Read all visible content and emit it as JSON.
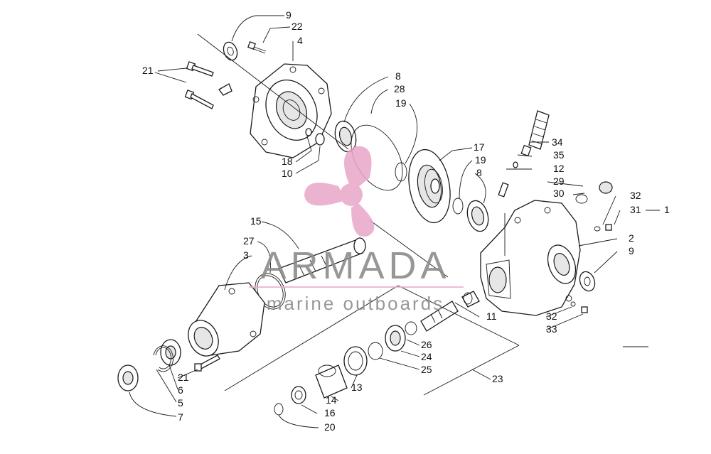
{
  "diagram": {
    "callouts": [
      {
        "id": "c9a",
        "text": "9"
      },
      {
        "id": "c22",
        "text": "22"
      },
      {
        "id": "c4",
        "text": "4"
      },
      {
        "id": "c21a",
        "text": "21"
      },
      {
        "id": "c8a",
        "text": "8"
      },
      {
        "id": "c28",
        "text": "28"
      },
      {
        "id": "c19a",
        "text": "19"
      },
      {
        "id": "c18",
        "text": "18"
      },
      {
        "id": "c10",
        "text": "10"
      },
      {
        "id": "c17",
        "text": "17"
      },
      {
        "id": "c19b",
        "text": "19"
      },
      {
        "id": "c8b",
        "text": "8"
      },
      {
        "id": "c34",
        "text": "34"
      },
      {
        "id": "c35",
        "text": "35"
      },
      {
        "id": "c12",
        "text": "12"
      },
      {
        "id": "c29",
        "text": "29"
      },
      {
        "id": "c30",
        "text": "30"
      },
      {
        "id": "c32a",
        "text": "32"
      },
      {
        "id": "c31",
        "text": "31"
      },
      {
        "id": "c1",
        "text": "1"
      },
      {
        "id": "c2",
        "text": "2"
      },
      {
        "id": "c9b",
        "text": "9"
      },
      {
        "id": "c15",
        "text": "15"
      },
      {
        "id": "c27",
        "text": "27"
      },
      {
        "id": "c3",
        "text": "3"
      },
      {
        "id": "c11",
        "text": "11"
      },
      {
        "id": "c32b",
        "text": "32"
      },
      {
        "id": "c33",
        "text": "33"
      },
      {
        "id": "c26",
        "text": "26"
      },
      {
        "id": "c24",
        "text": "24"
      },
      {
        "id": "c25",
        "text": "25"
      },
      {
        "id": "c23",
        "text": "23"
      },
      {
        "id": "c21b",
        "text": "21"
      },
      {
        "id": "c6",
        "text": "6"
      },
      {
        "id": "c5",
        "text": "5"
      },
      {
        "id": "c7",
        "text": "7"
      },
      {
        "id": "c13",
        "text": "13"
      },
      {
        "id": "c14",
        "text": "14"
      },
      {
        "id": "c16",
        "text": "16"
      },
      {
        "id": "c20",
        "text": "20"
      }
    ]
  },
  "watermark": {
    "brand": "ARMADA",
    "tagline": "marine outboards",
    "logo_color": "#e8a6c8",
    "text_color": "#8c8c8c"
  }
}
